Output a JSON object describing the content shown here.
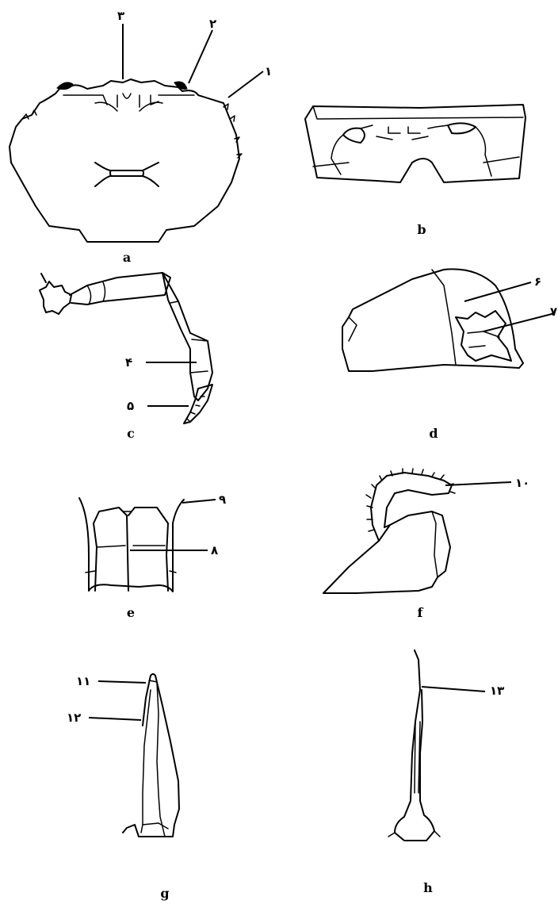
{
  "panels": {
    "a": {
      "letter": "a",
      "labels": {
        "1": "۱",
        "2": "۲",
        "3": "۳"
      }
    },
    "b": {
      "letter": "b"
    },
    "c": {
      "letter": "c",
      "labels": {
        "4": "۴",
        "5": "۵"
      }
    },
    "d": {
      "letter": "d",
      "labels": {
        "6": "۶",
        "7": "۷"
      }
    },
    "e": {
      "letter": "e",
      "labels": {
        "8": "۸",
        "9": "۹"
      }
    },
    "f": {
      "letter": "f",
      "labels": {
        "10": "۱۰"
      }
    },
    "g": {
      "letter": "g",
      "labels": {
        "11": "۱۱",
        "12": "۱۲"
      }
    },
    "h": {
      "letter": "h",
      "labels": {
        "13": "۱۳"
      }
    }
  }
}
